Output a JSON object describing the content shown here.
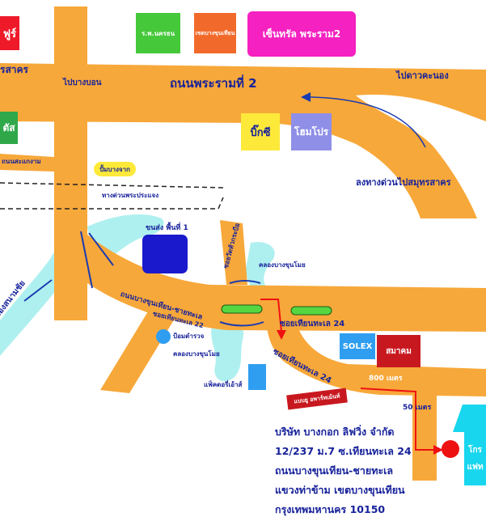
{
  "colors": {
    "road": "#f7a83a",
    "water": "#aef0ef",
    "label": "#17229a",
    "route_arrow": "#ee1111",
    "destination": "#ee1111"
  },
  "landmarks": {
    "left_top_edge": "ฟูร์",
    "hospital": "ร.พ.นครธน",
    "district_office": "เขตบางขุนเทียน",
    "central": "เซ็นทรัล พระราม2",
    "bigc": "บิ๊กซี",
    "homepro": "โฮมโปร",
    "left_mid_edge": "ตัส",
    "gas_station": "ปั้มบางจาก",
    "bus_stop": "ขนส่ง พื้นที่ 1",
    "factory_outlet": "แฟ็คตอรี่เอ้าส์",
    "solex": "SOLEX",
    "samakom": "สมาคม",
    "wangbu": "แบบยู อพาร์ทเม้นท์",
    "pump_station": "ป้อมตำรวจ",
    "right_edge_1": "โกร",
    "right_edge_2": "แฟท"
  },
  "roads": {
    "rama2": "ถนนพระรามที่ 2",
    "to_bangbon": "ไปบางบอน",
    "to_samutsakhon_left": "รสาคร",
    "to_daokhanong": "ไปดาวคะนอง",
    "thanon_sakaem": "ถนนสะแกงาม",
    "expressway": "ทางด่วนพระประแจง",
    "down_expressway": "ลงทางด่วนไปสมุทรสาคร",
    "soi_wat_hua_krabue": "ซอยวัดหัวกระบือ",
    "bangkhunthian_chaitalay": "ถนนบางขุนเทียน-ชายทะเล",
    "soi_22": "ซอยเทียนทะเล 22",
    "soi_24_a": "ซอยเทียนทะเล 24",
    "soi_24_b": "ซอยเทียนทะเล 24",
    "canal_bangmot": "คลองบางขุนโมย",
    "canal_bangmot_2": "คลองบางขุนโมย",
    "canal_sanamchai": "คลองสนามชัย",
    "dist_800": "800 เมตร",
    "dist_50": "50 เมตร"
  },
  "company": {
    "name": "บริษัท บางกอก ลิฟวิ่ง จำกัด",
    "address1": "12/237 ม.7 ซ.เทียนทะเล 24",
    "address2": "ถนนบางขุนเทียน-ชายทะเล",
    "address3": "แขวงท่าข้าม เขตบางขุนเทียน",
    "address4": "กรุงเทพมหานคร 10150"
  }
}
